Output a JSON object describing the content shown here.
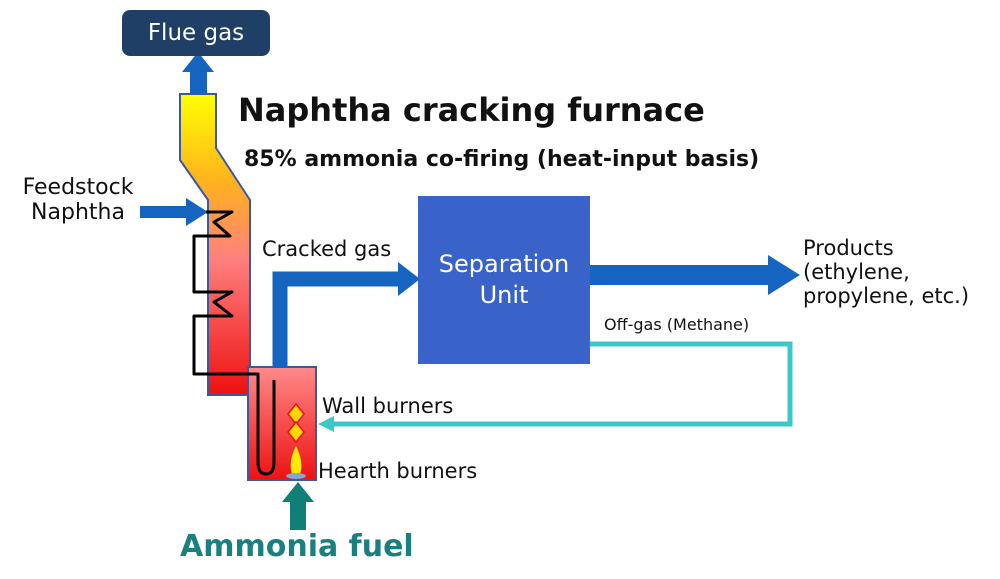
{
  "title": "Naphtha cracking furnace",
  "subtitle": "85% ammonia co-firing (heat-input basis)",
  "flue_gas": "Flue gas",
  "feedstock": [
    "Feedstock",
    "Naphtha"
  ],
  "cracked_gas": "Cracked gas",
  "separation_unit": [
    "Separation",
    "Unit"
  ],
  "products": [
    "Products",
    "(ethylene,",
    "propylene, etc.)"
  ],
  "off_gas": "Off-gas (Methane)",
  "wall_burners": "Wall burners",
  "hearth_burners": "Hearth burners",
  "ammonia_fuel": "Ammonia fuel",
  "colors": {
    "flue_box": "#1f3f66",
    "separation_box": "#3a63c9",
    "arrow_blue": "#1565c0",
    "off_gas_line": "#3cc8c8",
    "ammonia_arrow": "#0f7f78",
    "ammonia_text": "#1a7f7f",
    "furnace_top": "#ffee00",
    "furnace_mid": "#ff7f7f",
    "furnace_bottom": "#ee1111"
  }
}
